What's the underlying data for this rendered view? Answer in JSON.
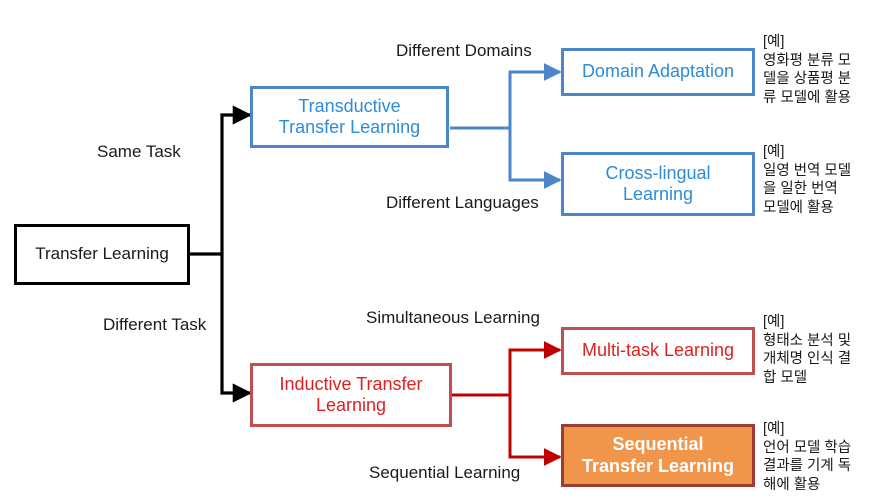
{
  "diagram": {
    "title_root": "Transfer Learning",
    "nodes": {
      "root": "Transfer Learning",
      "transductive": "Transductive\nTransfer Learning",
      "inductive": "Inductive Transfer\nLearning",
      "domain_adaptation": "Domain Adaptation",
      "cross_lingual": "Cross-lingual\nLearning",
      "multi_task": "Multi-task Learning",
      "sequential": "Sequential\nTransfer Learning"
    },
    "edge_labels": {
      "same_task": "Same Task",
      "different_task": "Different Task",
      "different_domains": "Different Domains",
      "different_languages": "Different Languages",
      "simultaneous_learning": "Simultaneous Learning",
      "sequential_learning": "Sequential Learning"
    },
    "annotations": {
      "domain_adaptation": "[예]\n영화평 분류 모\n델을 상품평 분\n류 모델에 활용",
      "cross_lingual": "[예]\n일영 번역 모델\n을 일한 번역\n모델에 활용",
      "multi_task": "[예]\n형태소 분석 및\n개체명 인식 결\n합 모델",
      "sequential": "[예]\n언어 모델 학습\n결과를 기계 독\n해에 활용"
    },
    "colors": {
      "black": "#000000",
      "blue_border": "#4a86c8",
      "blue_text": "#2e8bd8",
      "red_border": "#c0504d",
      "red_text": "#e02020",
      "orange_fill": "#f0954a",
      "orange_border": "#9e3b32",
      "white": "#ffffff"
    }
  }
}
